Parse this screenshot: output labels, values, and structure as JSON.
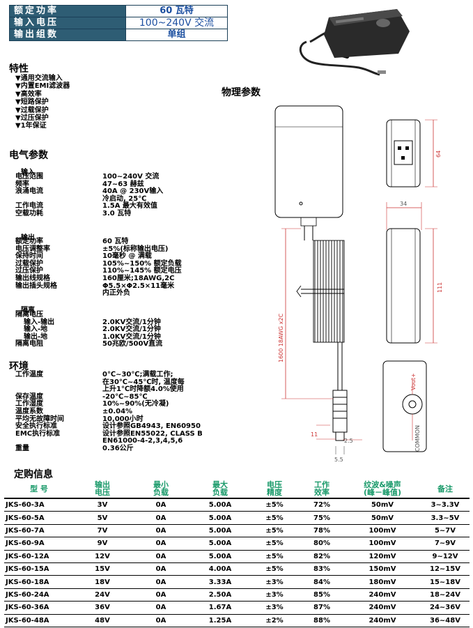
{
  "header": [
    {
      "key": "额定功率",
      "value": "60 瓦特"
    },
    {
      "key": "输入电压",
      "value": "100~240V 交流"
    },
    {
      "key": "输出组数",
      "value": "单组"
    }
  ],
  "features": {
    "title": "特性",
    "items": [
      "▼通用交流输入",
      "▼内置EMI滤波器",
      "▼高效率",
      "▼短路保护",
      "▼过载保护",
      "▼过压保护",
      "▼1年保证"
    ]
  },
  "physical_title": "物理参数",
  "electrical": {
    "title": "电气参数",
    "input_title": "输入",
    "input": [
      {
        "label": "电压范围",
        "value": "100~240V 交流"
      },
      {
        "label": "频率",
        "value": "47~63 赫兹"
      },
      {
        "label": "浪涌电流",
        "value": "40A @ 230V输入"
      },
      {
        "label": "",
        "value": "冷启动, 25℃"
      },
      {
        "label": "工作电流",
        "value": "1.5A 最大有效值"
      },
      {
        "label": "空载功耗",
        "value": "3.0 瓦特"
      }
    ],
    "output_title": "输出",
    "output": [
      {
        "label": "额定功率",
        "value": "60 瓦特"
      },
      {
        "label": "电压调整率",
        "value": "±5%(标称输出电压)"
      },
      {
        "label": "保持时间",
        "value": "10毫秒 @ 满载"
      },
      {
        "label": "过载保护",
        "value": "105%~150% 额定负载"
      },
      {
        "label": "过压保护",
        "value": "110%~145% 额定电压"
      },
      {
        "label": "输出线规格",
        "value": "160厘米;18AWG,2C"
      },
      {
        "label": "输出插头规格",
        "value": "Φ5.5×Φ2.5×11毫米"
      },
      {
        "label": "",
        "value": "内正外负"
      }
    ],
    "isolation_title": "隔离",
    "isolation": [
      {
        "label": "隔离电压",
        "value": ""
      },
      {
        "label": "  输入-输出",
        "value": "2.0KV交流/1分钟"
      },
      {
        "label": "  输入-地",
        "value": "2.0KV交流/1分钟"
      },
      {
        "label": "  输出-地",
        "value": "1.0KV交流/1分钟"
      },
      {
        "label": "隔离电阻",
        "value": "50兆欧/500V直流"
      }
    ]
  },
  "environment": {
    "title": "环境",
    "rows": [
      {
        "label": "工作温度",
        "value": "0℃~30℃;满载工作;"
      },
      {
        "label": "",
        "value": "在30℃~45℃时, 温度每"
      },
      {
        "label": "",
        "value": "上升1℃时降额4.0%使用"
      },
      {
        "label": "保存温度",
        "value": "-20℃~85℃"
      },
      {
        "label": "工作湿度",
        "value": "10%~90%(无冷凝)"
      },
      {
        "label": "温度系数",
        "value": "±0.04%"
      },
      {
        "label": "平均无故障时间",
        "value": "10,000小时"
      },
      {
        "label": "安全执行标准",
        "value": "设计参照GB4943, EN60950"
      },
      {
        "label": "EMC执行标准",
        "value": "设计参照EN55022, CLASS B"
      },
      {
        "label": "",
        "value": "EN61000-4-2,3,4,5,6"
      },
      {
        "label": "重量",
        "value": "0.36公斤"
      }
    ]
  },
  "diagram": {
    "dim_64": "64",
    "dim_34": "34",
    "dim_111": "111",
    "cable_label": "1600  18AWG x2C",
    "dim_11": "11",
    "dim_2_5": "2.5",
    "dim_5_5": "5.5",
    "vout": "Vout+",
    "common": "COMMON"
  },
  "ordering": {
    "title": "定购信息",
    "headers": [
      "型 号",
      "输出\n电压",
      "最小\n负载",
      "最大\n负载",
      "电压\n精度",
      "工作\n效率",
      "纹波&噪声\n(峰－峰值)",
      "备注"
    ],
    "rows": [
      [
        "JKS-60-3A",
        "3V",
        "0A",
        "5.00A",
        "±5%",
        "72%",
        "50mV",
        "3~3.3V"
      ],
      [
        "JKS-60-5A",
        "5V",
        "0A",
        "5.00A",
        "±5%",
        "75%",
        "50mV",
        "3.3~5V"
      ],
      [
        "JKS-60-7A",
        "7V",
        "0A",
        "5.00A",
        "±5%",
        "78%",
        "100mV",
        "5~7V"
      ],
      [
        "JKS-60-9A",
        "9V",
        "0A",
        "5.00A",
        "±5%",
        "80%",
        "100mV",
        "7~9V"
      ],
      [
        "JKS-60-12A",
        "12V",
        "0A",
        "5.00A",
        "±5%",
        "82%",
        "120mV",
        "9~12V"
      ],
      [
        "JKS-60-15A",
        "15V",
        "0A",
        "4.00A",
        "±5%",
        "83%",
        "150mV",
        "12~15V"
      ],
      [
        "JKS-60-18A",
        "18V",
        "0A",
        "3.33A",
        "±3%",
        "84%",
        "180mV",
        "15~18V"
      ],
      [
        "JKS-60-24A",
        "24V",
        "0A",
        "2.50A",
        "±3%",
        "85%",
        "240mV",
        "18~24V"
      ],
      [
        "JKS-60-36A",
        "36V",
        "0A",
        "1.67A",
        "±3%",
        "87%",
        "240mV",
        "24~36V"
      ],
      [
        "JKS-60-48A",
        "48V",
        "0A",
        "1.25A",
        "±2%",
        "88%",
        "240mV",
        "36~48V"
      ]
    ]
  }
}
